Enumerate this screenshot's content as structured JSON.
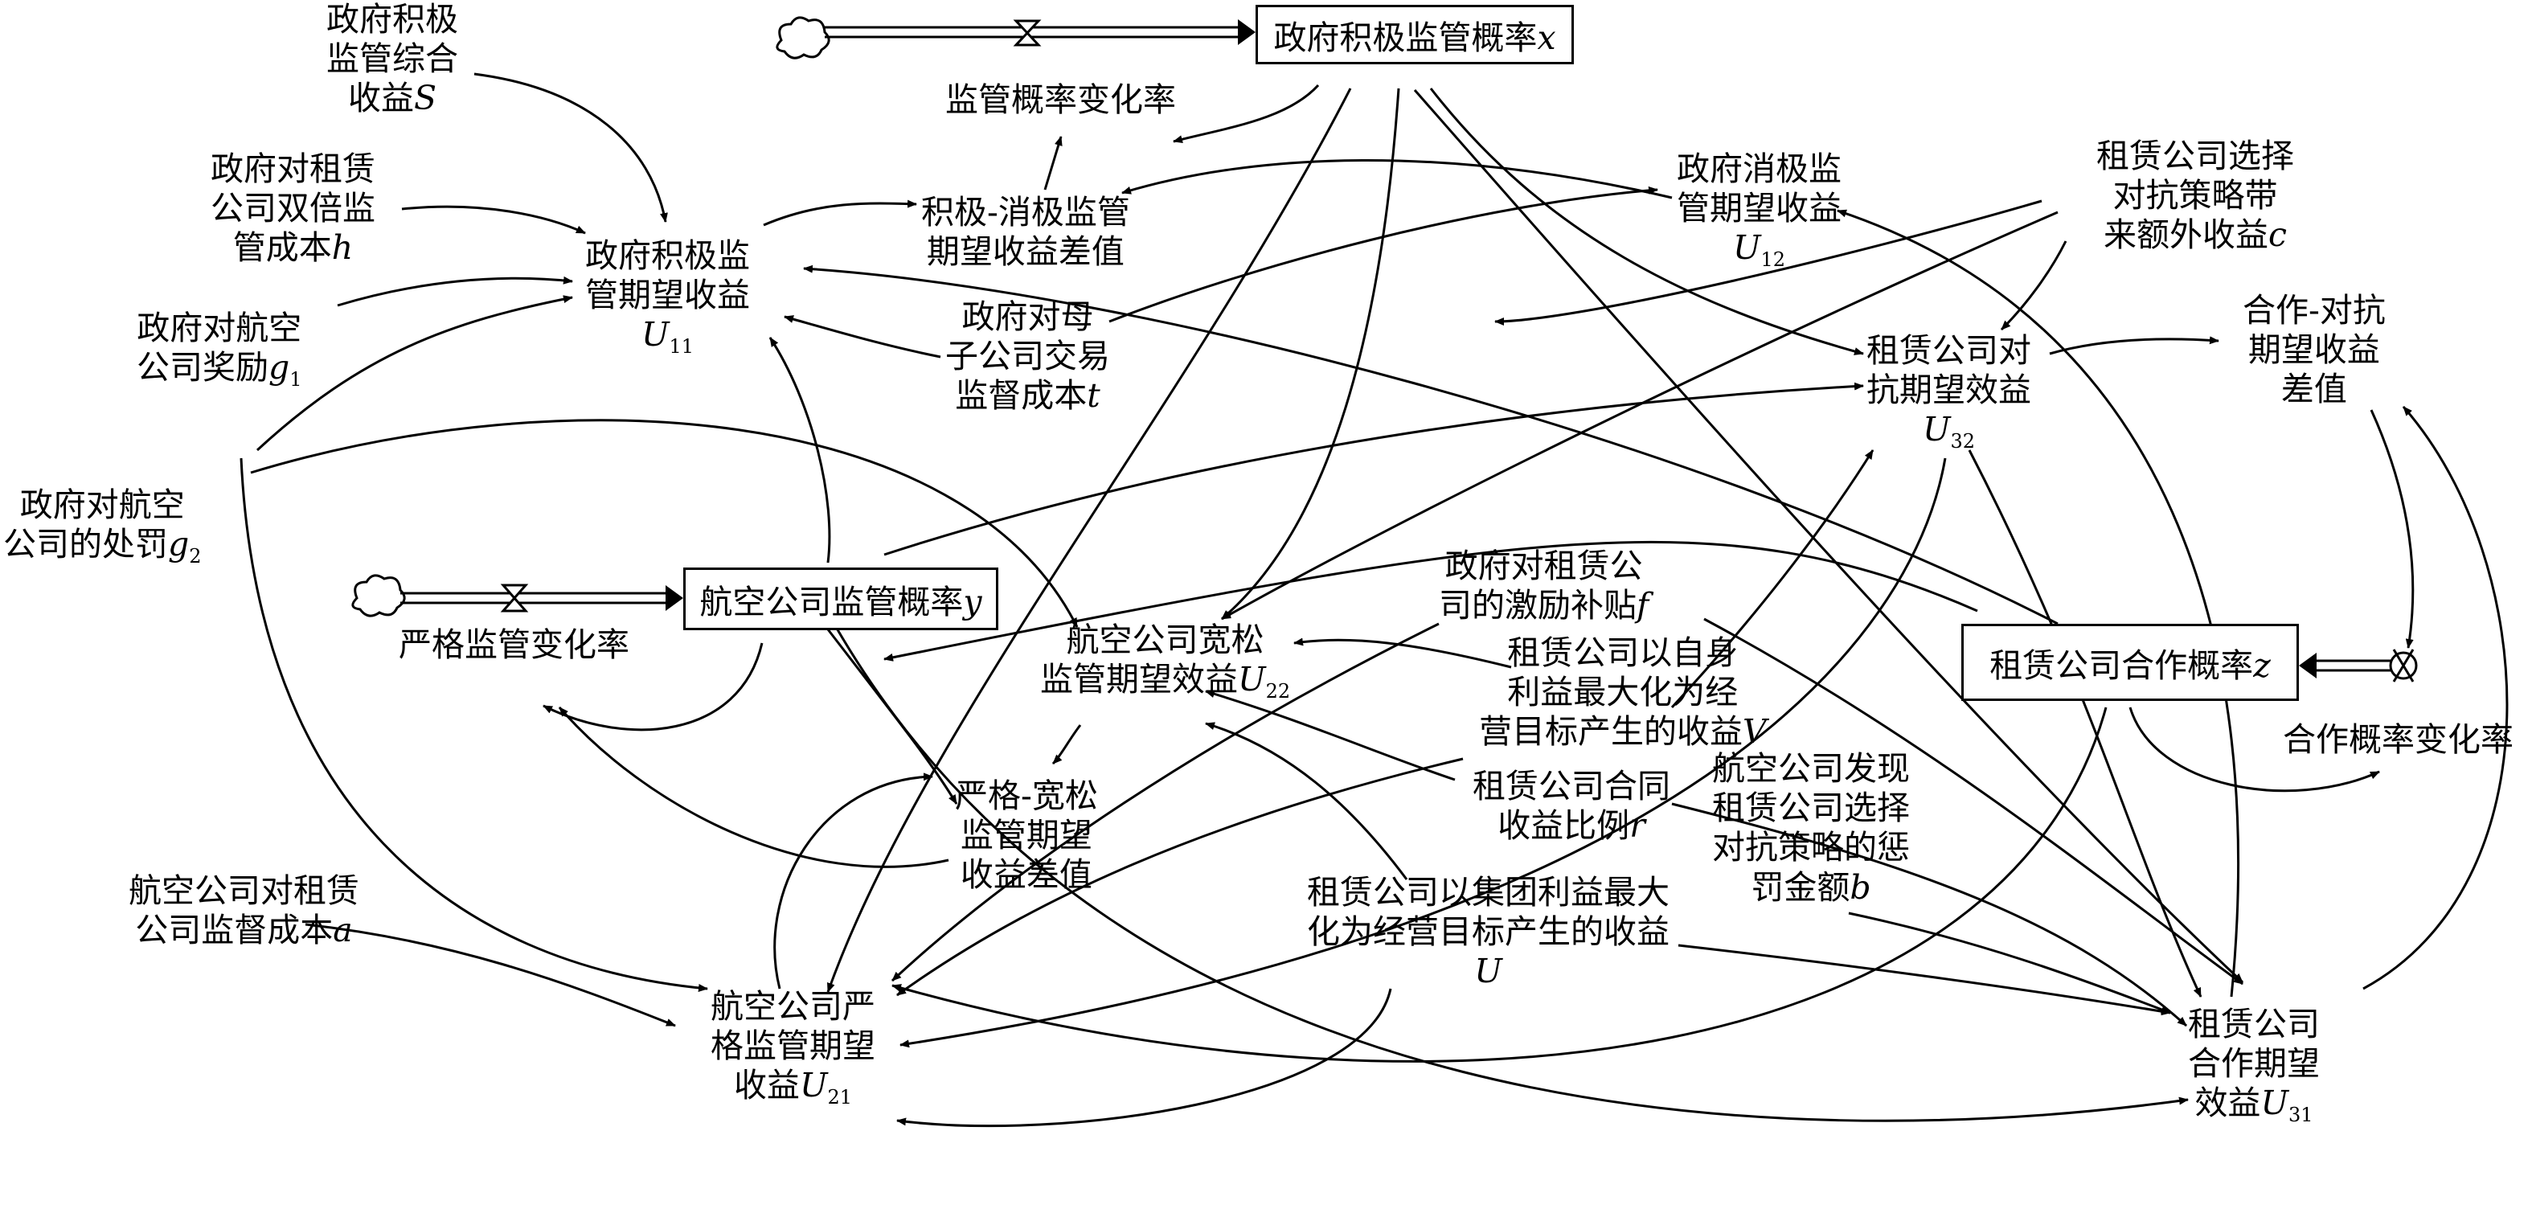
{
  "stocks": {
    "x": "政府积极监管概率x",
    "y": "航空公司监管概率y",
    "z": "租赁公司合作概率z"
  },
  "rates": {
    "x": "监管概率变化率",
    "y": "严格监管变化率",
    "z": "合作概率变化率"
  },
  "variables": {
    "S": [
      "政府积极",
      "监管综合",
      "收益S"
    ],
    "h": [
      "政府对租赁",
      "公司双倍监",
      "管成本h"
    ],
    "g1": [
      "政府对航空",
      "公司奖励g1"
    ],
    "g2": [
      "政府对航空",
      "公司的处罚g2"
    ],
    "U11": [
      "政府积极监",
      "管期望收益",
      "U11"
    ],
    "diff_gov": [
      "积极-消极监管",
      "期望收益差值"
    ],
    "t": [
      "政府对母",
      "子公司交易",
      "监督成本t"
    ],
    "U12": [
      "政府消极监",
      "管期望收益",
      "U12"
    ],
    "c": [
      "租赁公司选择",
      "对抗策略带",
      "来额外收益c"
    ],
    "U32": [
      "租赁公司对",
      "抗期望效益",
      "U32"
    ],
    "diff_lease": [
      "合作-对抗",
      "期望收益",
      "差值"
    ],
    "f": [
      "政府对租赁公",
      "司的激励补贴f"
    ],
    "V": [
      "租赁公司以自身",
      "利益最大化为经",
      "营目标产生的收益V"
    ],
    "U22": [
      "航空公司宽松",
      "监管期望效益U22"
    ],
    "r": [
      "租赁公司合同",
      "收益比例r"
    ],
    "b": [
      "航空公司发现",
      "租赁公司选择",
      "对抗策略的惩",
      "罚金额b"
    ],
    "diff_airline": [
      "严格-宽松",
      "监管期望",
      "收益差值"
    ],
    "a": [
      "航空公司对租赁",
      "公司监督成本a"
    ],
    "U": [
      "租赁公司以集团利益最大",
      "化为经营目标产生的收益",
      "U"
    ],
    "U21": [
      "航空公司严",
      "格监管期望",
      "收益U21"
    ],
    "U31": [
      "租赁公司",
      "合作期望",
      "效益U31"
    ]
  }
}
